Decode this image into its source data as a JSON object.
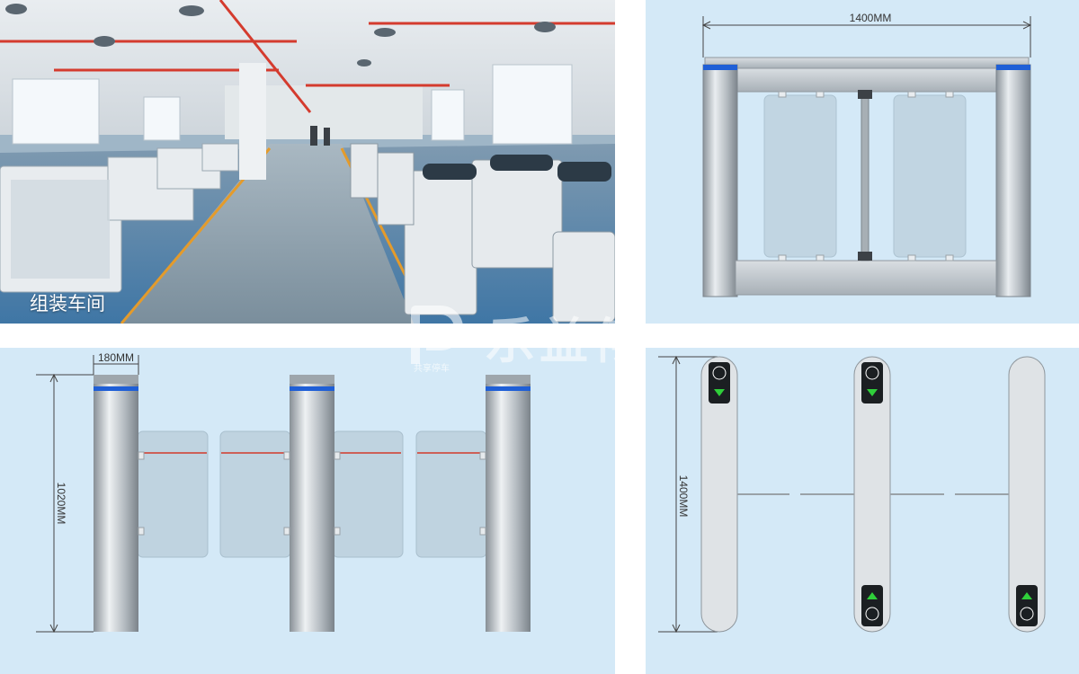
{
  "photo": {
    "caption": "组装车间"
  },
  "front_view": {
    "width_label": "1400MM"
  },
  "side_view": {
    "post_width_label": "180MM",
    "height_label": "1020MM"
  },
  "top_view": {
    "length_label": "1400MM"
  },
  "watermark": {
    "brand": "乐益停",
    "tagline": "共享停车"
  },
  "colors": {
    "panel_bg": "#d4e9f7",
    "steel": "#b8bec4",
    "led_blue": "#1f5fd6",
    "sensor_red": "#d23a2a",
    "glass": "#bfd3e0",
    "arrow_green": "#2fcf3a"
  },
  "icons": [
    "factory-photo",
    "swing-gate-drawing",
    "direction-arrow-icon",
    "card-reader-icon",
    "logo-p-icon"
  ]
}
